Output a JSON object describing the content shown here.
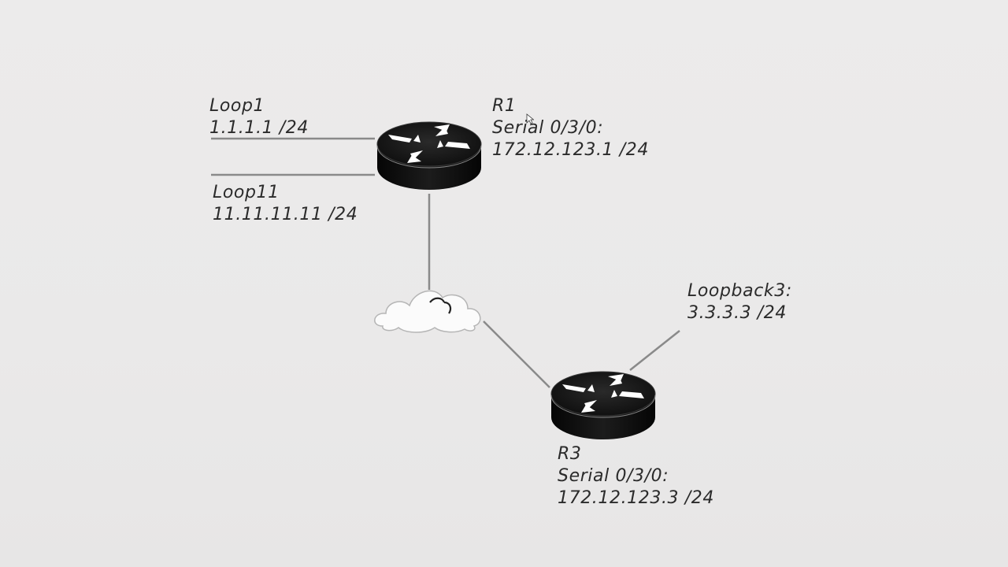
{
  "diagram": {
    "routers": [
      {
        "name": "R1",
        "interface": "Serial 0/3/0:",
        "ip": "172.12.123.1 /24",
        "loopbacks": [
          {
            "name": "Loop1",
            "ip": "1.1.1.1 /24"
          },
          {
            "name": "Loop11",
            "ip": "11.11.11.11 /24"
          }
        ]
      },
      {
        "name": "R3",
        "interface": "Serial 0/3/0:",
        "ip": "172.12.123.3 /24",
        "loopbacks": [
          {
            "name": "Loopback3:",
            "ip": "3.3.3.3 /24"
          }
        ]
      }
    ],
    "network_cloud_icon": "cloud-icon",
    "router_icon": "router-icon",
    "colors": {
      "background": "#ebeaea",
      "router_body": "#111111",
      "link": "#8a8a8a",
      "text": "#2b2b2b"
    }
  }
}
